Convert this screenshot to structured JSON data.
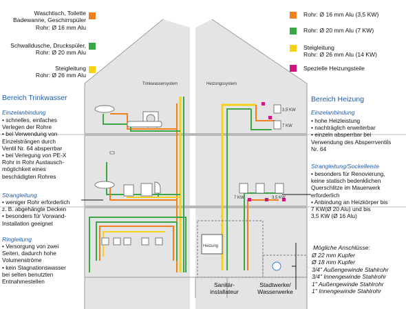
{
  "colors": {
    "orange": "#f07f1e",
    "green": "#3aa646",
    "yellow": "#f5d117",
    "magenta": "#d0157f",
    "blue": "#1e5aa8",
    "house": "#e4e4e4",
    "floor": "#b8b8b8"
  },
  "legend_left": [
    {
      "text": "Waschtisch, Toilette\nBadewanne, Geschirrspüler\nRohr: Ø 16 mm Alu",
      "color": "orange",
      "swatch": "orange-swatch"
    },
    {
      "text": "Schwalldusche, Druckspüler,\nRohr: Ø 20 mm Alu",
      "color": "green",
      "swatch": "green-swatch"
    },
    {
      "text": "Steigleitung\nRohr: Ø 26 mm Alu",
      "color": "yellow",
      "swatch": "yellow-swatch"
    }
  ],
  "legend_right": [
    {
      "text": "Rohr: Ø 16 mm Alu (3,5 KW)",
      "color": "orange",
      "swatch": "orange-swatch"
    },
    {
      "text": "Rohr: Ø 20 mm Alu (7 KW)",
      "color": "green",
      "swatch": "green-swatch"
    },
    {
      "text": "Steigleitung\nRohr: Ø 26 mm Alu (14 KW)",
      "color": "yellow",
      "swatch": "yellow-swatch"
    },
    {
      "text": "Spezielle Heizungsteile",
      "color": "magenta",
      "swatch": "magenta-swatch"
    }
  ],
  "system_left": "Trinkwassersystem",
  "system_right": "Heizungssystem",
  "left_panel": {
    "title": "Bereich Trinkwasser",
    "sections": [
      {
        "title": "Einzelanbindung",
        "bullets": "• schnelles, einfaches\n   Verlegen der Rohre\n• bei Verwendung von\n   Einzelsträngen durch\n   Ventil Nr. 64 absperrbar\n• bei Verlegung von PE-X\n   Rohr in Rohr Austausch-\n   möglichkeit eines\n   beschädigten Rohres"
      },
      {
        "title": "Strangleitung",
        "bullets": "• weniger Rohr erforderlich\n   z. B. abgehängte Decken\n• besonders für Vorwand-\n   Installation geeignet"
      },
      {
        "title": "Ringleitung",
        "bullets": "• Versorgung von zwei\n   Seiten, dadurch hohe\n   Volumenströme\n• kein Stagnationswasser\n   bei selten benutzten\n   Entnahmestellen"
      }
    ]
  },
  "right_panel": {
    "title": "Bereich Heizung",
    "sections": [
      {
        "title": "Einzelanbindung",
        "bullets": "• hohe Heizleistung\n• nachträglich erweiterbar\n• einzeln absperrbar bei\n   Verwendung des Absperrventils\n   Nr. 64"
      },
      {
        "title": "Strangleitung/Sockelleiste",
        "bullets": "• besonders für Renovierung,\n   keine statisch bedenklichen\n   Querschlitze im Mauerwerk\n   erforderlich\n• Anbindung an Heizkörper bis\n   7 KW(Ø 20 Alu) und bis\n   3,5 KW (Ø 16 Alu)"
      }
    ]
  },
  "connections": {
    "title": "Mögliche Anschlüsse:",
    "items": "Ø 22 mm Kupfer\nØ 18 mm Kupfer\n3/4\" Außengewinde Stahlrohr\n3/4\" Innengewinde Stahlrohr\n1\" Außengewinde Stahlrohr\n1\" Innengewinde Stahlrohr"
  },
  "bottom_labels": {
    "left": "Sanitär-\ninstallateur",
    "right": "Stadtwerke/\nWasserwerke"
  },
  "heizung_box": "Heizung",
  "kw_labels": {
    "kw35_upper": "3,5 KW",
    "kw7_upper": "7 KW",
    "kw7_lower": "7 KW",
    "kw35_lower": "3,5 KW"
  }
}
